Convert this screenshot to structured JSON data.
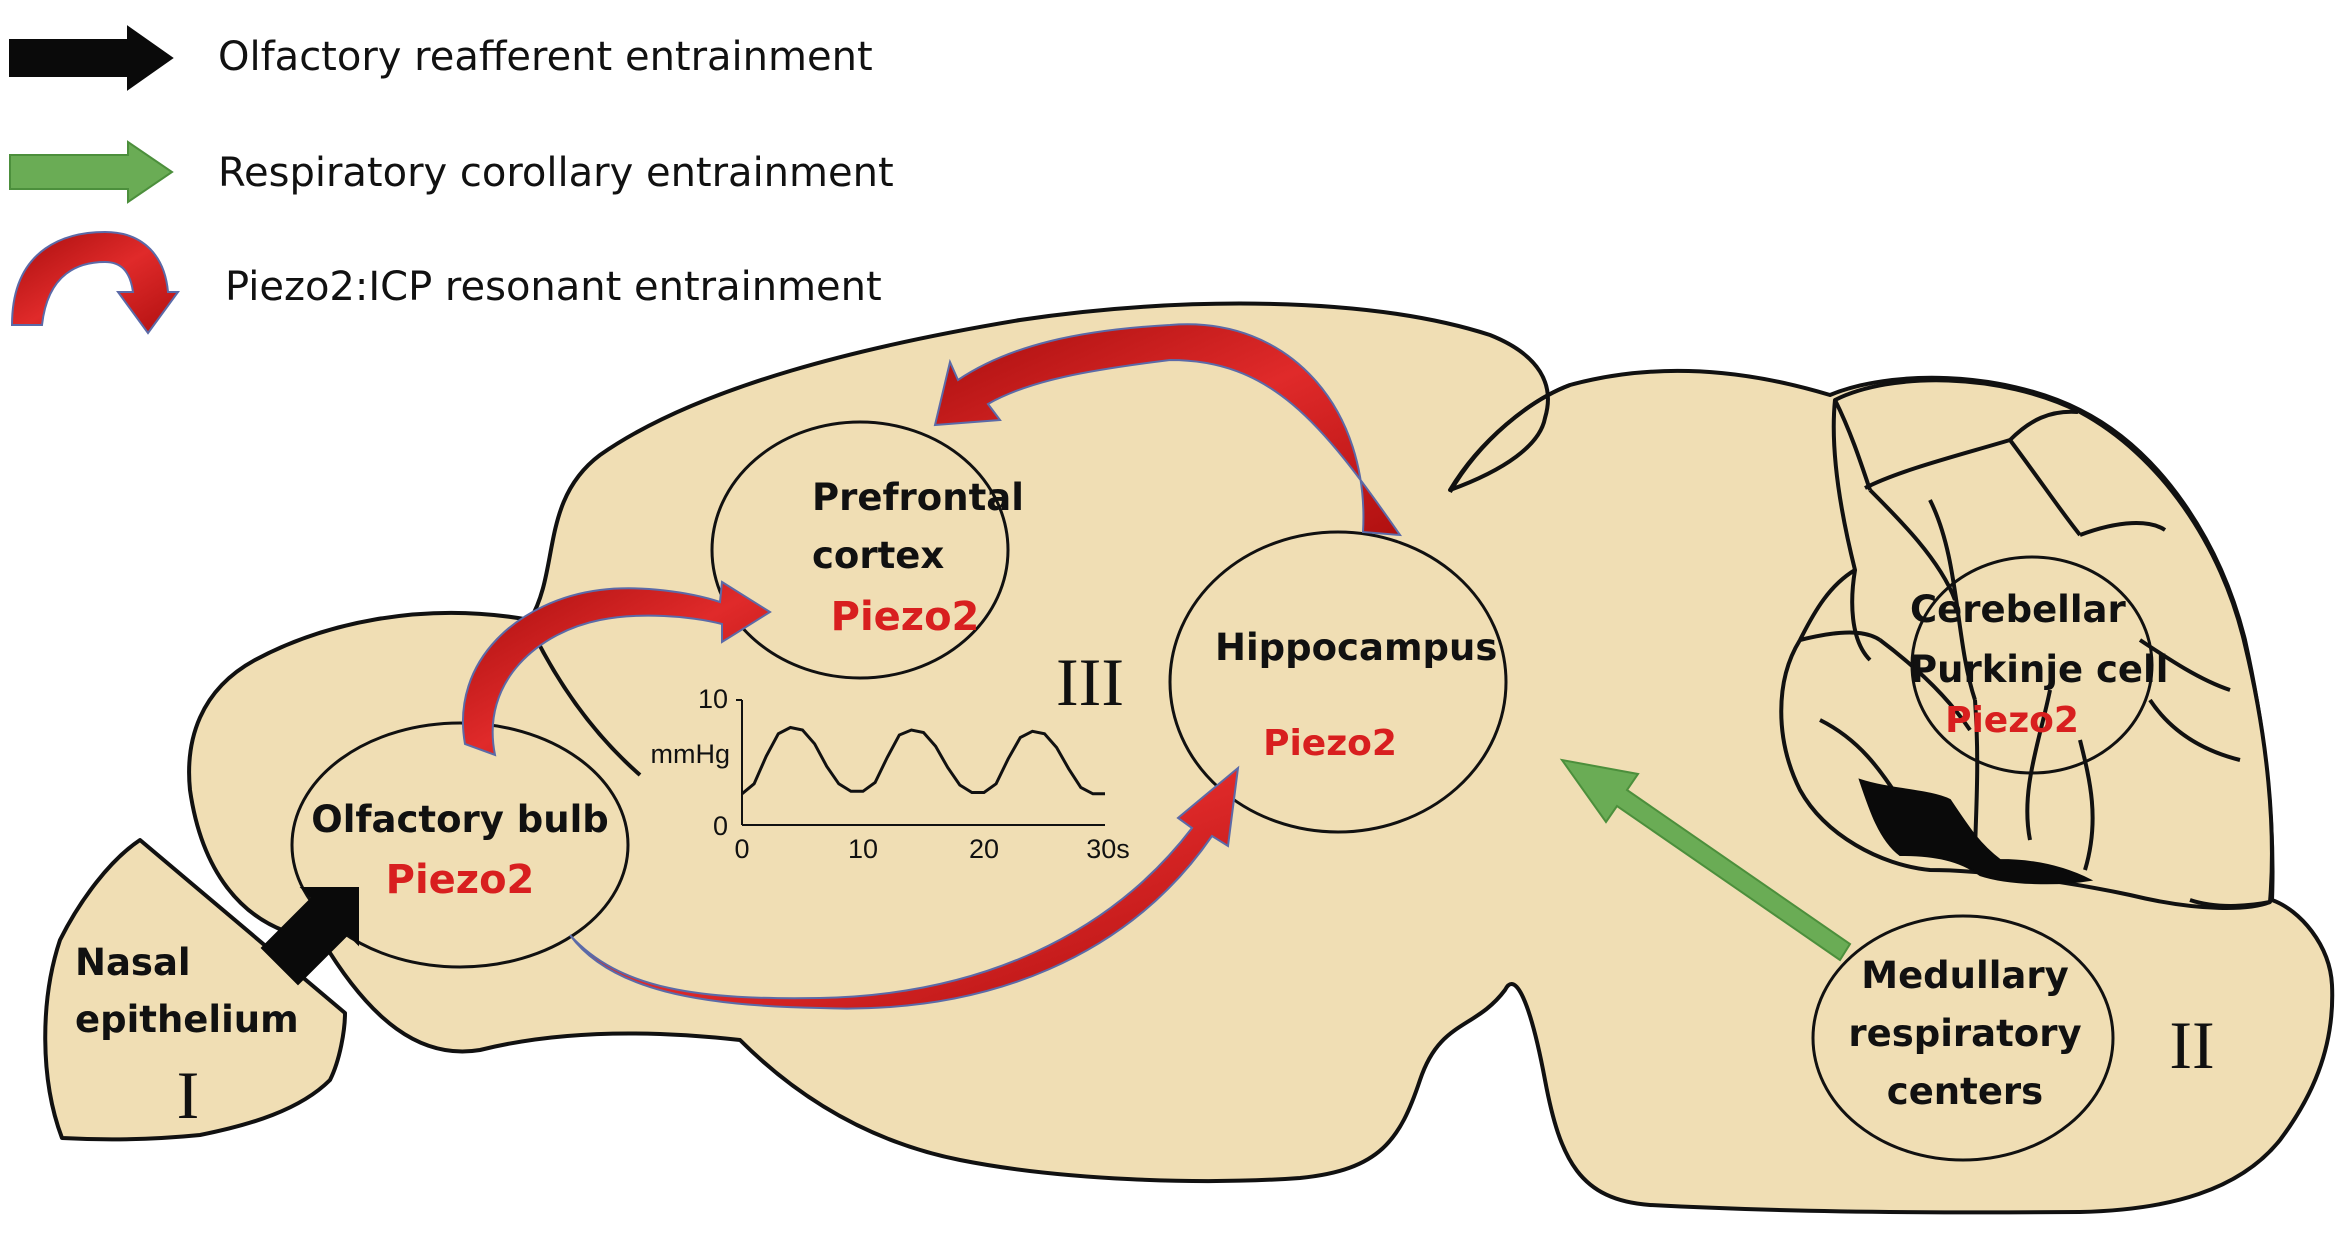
{
  "legend": {
    "olfactory": "Olfactory reafferent entrainment",
    "respiratory": "Respiratory corollary entrainment",
    "piezo": "Piezo2:ICP resonant entrainment"
  },
  "regions": {
    "nasal": [
      "Nasal",
      "epithelium"
    ],
    "olfactory_bulb": "Olfactory bulb",
    "prefrontal": [
      "Prefrontal",
      "cortex"
    ],
    "hippocampus": "Hippocampus",
    "cerebellar": [
      "Cerebellar",
      "Purkinje cell"
    ],
    "medullary": [
      "Medullary",
      "respiratory",
      "centers"
    ]
  },
  "piezo_label": "Piezo2",
  "roman": {
    "I": "I",
    "II": "II",
    "III": "III"
  },
  "icp_chart": {
    "ylabel": "mmHg",
    "y_ticks": [
      "0",
      "10"
    ],
    "x_ticks": [
      "0",
      "10",
      "20",
      "30s"
    ]
  },
  "colors": {
    "brain_fill": "#f0deb4",
    "outline": "#111111",
    "piezo_red": "#d81f1f",
    "arrow_red": "#d62020",
    "arrow_green": "#6aac55",
    "arrow_black": "#0a0a0a"
  },
  "chart_data": {
    "type": "line",
    "title": "",
    "xlabel": "",
    "ylabel": "mmHg",
    "xlim": [
      0,
      30
    ],
    "ylim": [
      0,
      10
    ],
    "x_ticks": [
      0,
      10,
      20,
      30
    ],
    "y_ticks": [
      0,
      10
    ],
    "series": [
      {
        "x": [
          0,
          1,
          2,
          3,
          4,
          5,
          6,
          7,
          8,
          9,
          10,
          11,
          12,
          13,
          14,
          15,
          16,
          17,
          18,
          19,
          20,
          21,
          22,
          23,
          24,
          25,
          26,
          27,
          28,
          29,
          30
        ],
        "values": [
          2.5,
          3.3,
          5.5,
          7.3,
          7.8,
          7.6,
          6.5,
          4.7,
          3.3,
          2.7,
          2.7,
          3.4,
          5.4,
          7.2,
          7.6,
          7.4,
          6.3,
          4.6,
          3.2,
          2.6,
          2.6,
          3.3,
          5.3,
          7.0,
          7.5,
          7.3,
          6.2,
          4.5,
          3.0,
          2.5,
          2.5
        ]
      }
    ]
  }
}
